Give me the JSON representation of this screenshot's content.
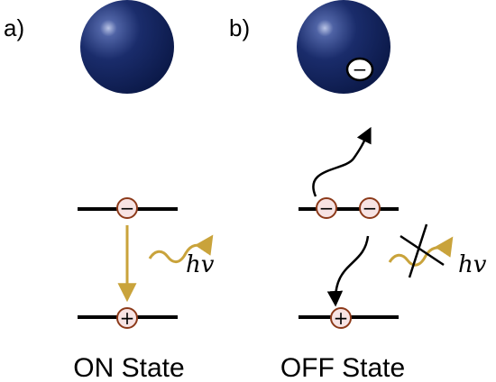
{
  "panels": {
    "a": {
      "label": "a)",
      "state": "ON State",
      "emission": "hv"
    },
    "b": {
      "label": "b)",
      "state": "OFF State",
      "emission": "hv"
    }
  },
  "symbols": {
    "electron": "−",
    "hole": "+"
  },
  "colors": {
    "sphere": "#12235e",
    "sphere_highlight": "#7f8fc0",
    "level_line": "#000000",
    "carrier_border": "#8c3a1a",
    "carrier_fill": "#f7e3e3",
    "photon": "#c9a33b",
    "arrow": "#000000"
  }
}
